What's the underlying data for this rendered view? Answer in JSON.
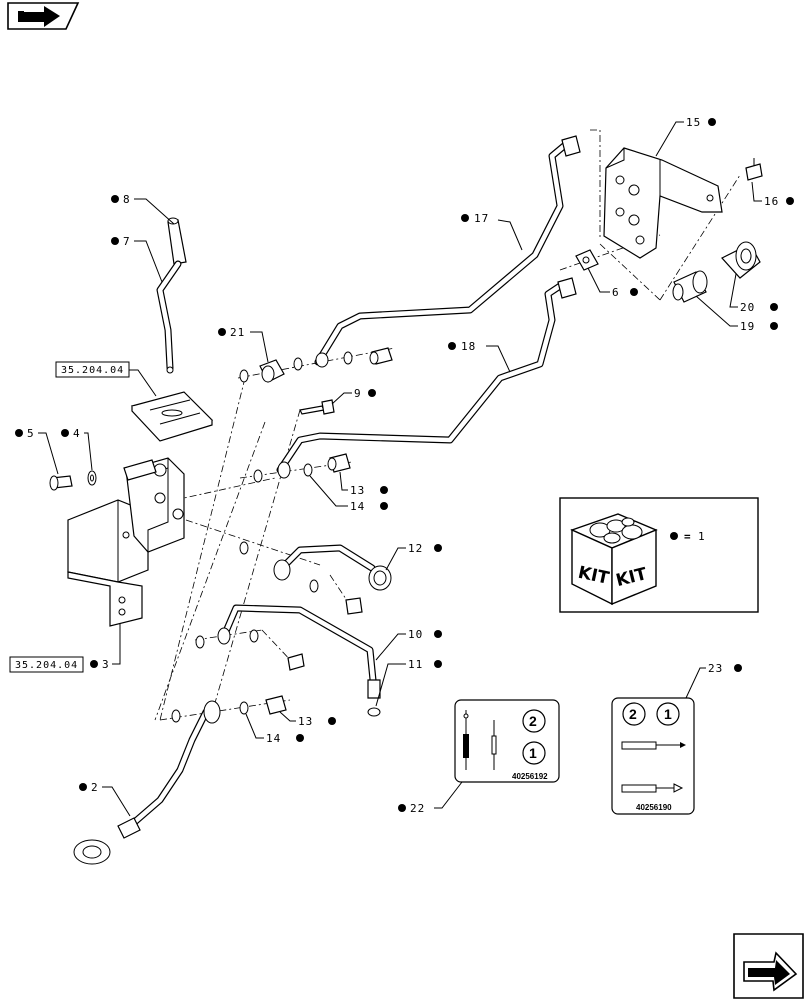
{
  "callouts": {
    "c1": "1",
    "c2": "2",
    "c3": "3",
    "c4": "4",
    "c5": "5",
    "c6": "6",
    "c7": "7",
    "c8": "8",
    "c9": "9",
    "c10": "10",
    "c11": "11",
    "c12": "12",
    "c13a": "13",
    "c13b": "13",
    "c14a": "14",
    "c14b": "14",
    "c15": "15",
    "c16": "16",
    "c17": "17",
    "c18": "18",
    "c19": "19",
    "c20": "20",
    "c21": "21",
    "c22": "22",
    "c23": "23"
  },
  "references": {
    "ref_top": "35.204.04",
    "ref_bottom": "35.204.04"
  },
  "kit": {
    "label_left": "KIT",
    "label_right": "KIT",
    "equals": "="
  },
  "cards": {
    "card_22_code": "40256192",
    "card_22_num_top": "2",
    "card_22_num_bottom": "1",
    "card_23_code": "40256190",
    "card_23_num_left": "2",
    "card_23_num_right": "1"
  },
  "nav": {
    "prev_icon": "back-arrow-icon",
    "next_icon": "next-arrow-icon"
  }
}
